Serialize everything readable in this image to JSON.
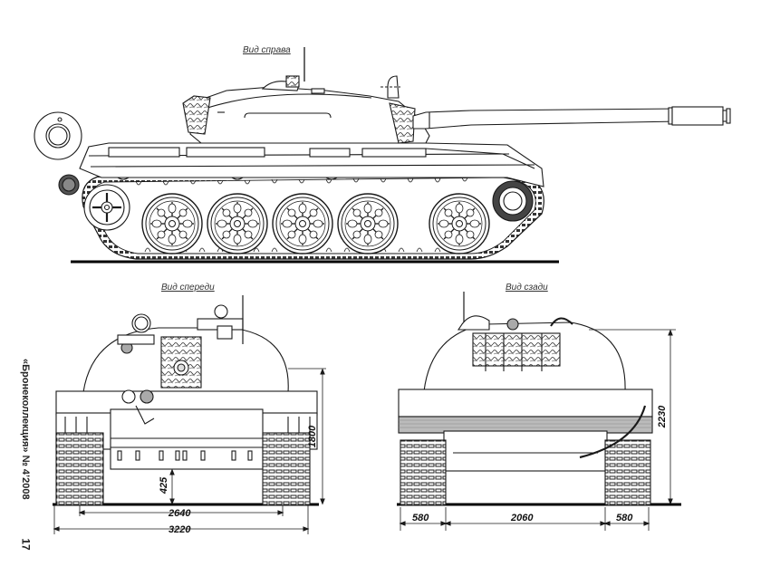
{
  "publication": {
    "margin_caption": "«Бронеколлекция» № 4’2008",
    "page_number": "17"
  },
  "views": {
    "side": {
      "label": "Вид справа"
    },
    "front": {
      "label": "Вид спереди"
    },
    "rear": {
      "label": "Вид сзади"
    }
  },
  "dimensions": {
    "front_track_centers": "2640",
    "front_overall_width": "3220",
    "front_hull_height": "1800",
    "front_ground_clearance": "425",
    "rear_track_left": "580",
    "rear_between_tracks": "2060",
    "rear_track_right": "580",
    "rear_overall_height": "2230"
  },
  "colors": {
    "line": "#1a1a1a",
    "fill": "#ffffff",
    "shade": "#9a9a9a",
    "ground": "#000000"
  }
}
